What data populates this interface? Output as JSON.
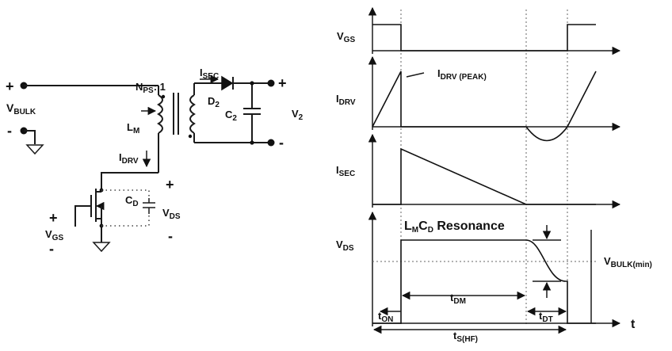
{
  "circuit": {
    "plus_in": "+",
    "minus_in": "-",
    "vbulk": {
      "main": "V",
      "sub": "BULK"
    },
    "nps": {
      "main": "N",
      "sub": "PS",
      "ratio": ": 1"
    },
    "isec": {
      "main": "I",
      "sub": "SEC"
    },
    "d2": {
      "main": "D",
      "sub": "2"
    },
    "c2": {
      "main": "C",
      "sub": "2"
    },
    "v2": {
      "main": "V",
      "sub": "2"
    },
    "plus_out": "+",
    "minus_out": "-",
    "lm": {
      "main": "L",
      "sub": "M"
    },
    "idrv": {
      "main": "I",
      "sub": "DRV"
    },
    "cd": {
      "main": "C",
      "sub": "D"
    },
    "vds": {
      "main": "V",
      "sub": "DS"
    },
    "vds_plus": "+",
    "vds_minus": "-",
    "vgs": {
      "main": "V",
      "sub": "GS"
    },
    "vgs_plus": "+",
    "vgs_minus": "-"
  },
  "timing": {
    "vgs": {
      "main": "V",
      "sub": "GS"
    },
    "idrv": {
      "main": "I",
      "sub": "DRV"
    },
    "idrv_peak": {
      "main": "I",
      "sub": "DRV (PEAK)"
    },
    "isec": {
      "main": "I",
      "sub": "SEC"
    },
    "vds": {
      "main": "V",
      "sub": "DS"
    },
    "resonance": {
      "l": "L",
      "l_sub": "M",
      "c": "C",
      "c_sub": "D",
      "text": " Resonance"
    },
    "vbulk_min": {
      "main": "V",
      "sub": "BULK(min)"
    },
    "ton": {
      "main": "t",
      "sub": "ON"
    },
    "tdm": {
      "main": "t",
      "sub": "DM"
    },
    "tdt": {
      "main": "t",
      "sub": "DT"
    },
    "ts": {
      "main": "t",
      "sub": "S(HF)"
    },
    "t_axis": "t"
  }
}
